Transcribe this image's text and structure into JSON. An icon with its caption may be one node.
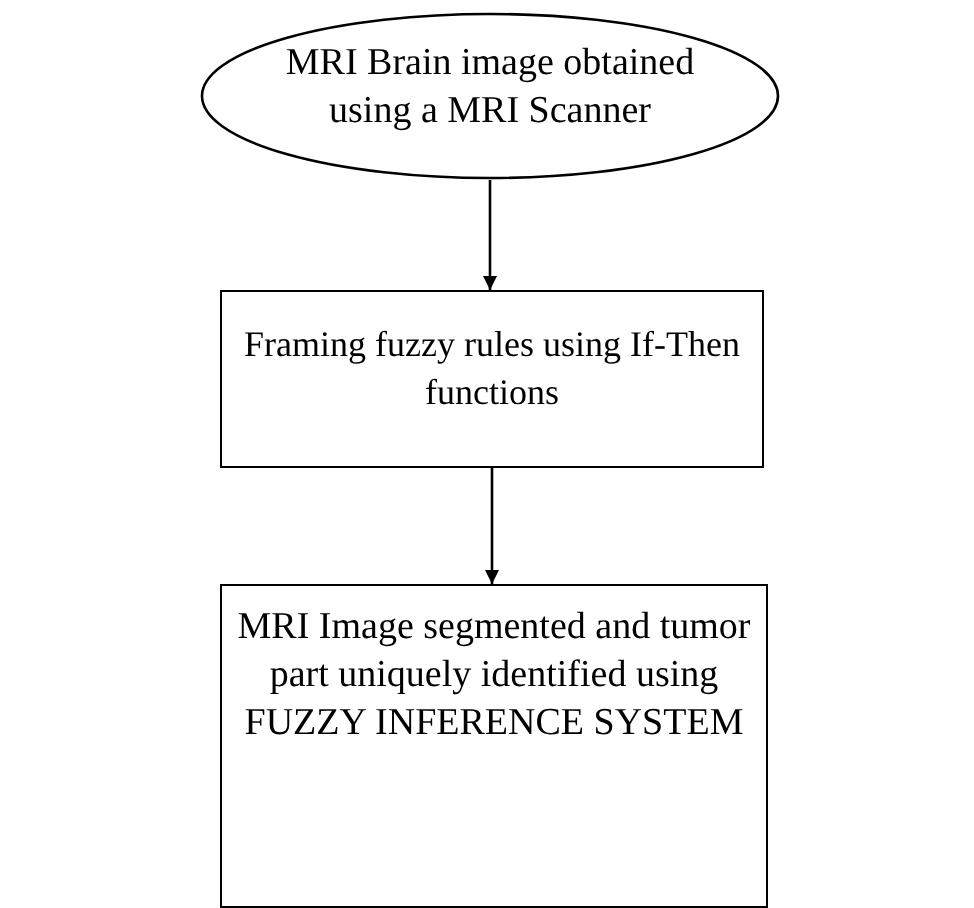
{
  "diagram": {
    "nodes": [
      {
        "text": [
          "MRI Brain image obtained using a MRI Scanner"
        ]
      },
      {
        "text": [
          "Framing fuzzy rules using If-Then functions"
        ]
      },
      {
        "text": [
          "MRI Image segmented and tumor part uniquely identified using FUZZY INFERENCE SYSTEM"
        ]
      }
    ],
    "edges": [
      {
        "from": 0,
        "to": 1,
        "arrow": "to"
      },
      {
        "from": 1,
        "to": 2,
        "arrow": "to"
      }
    ]
  }
}
